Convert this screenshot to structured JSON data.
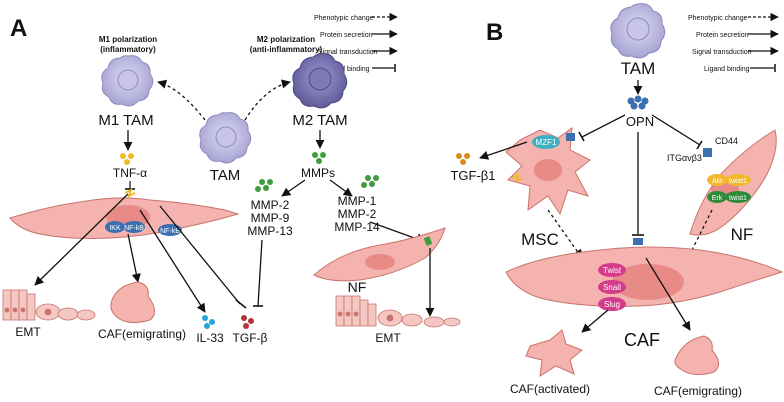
{
  "panel_a": {
    "letter": "A",
    "m1_heading_1": "M1 polarization",
    "m1_heading_2": "(inflammatory)",
    "m2_heading_1": "M2 polarization",
    "m2_heading_2": "(anti-inflammatory)",
    "m1_label": "M1 TAM",
    "m2_label": "M2 TAM",
    "tam_label": "TAM",
    "tnf": "TNF-α",
    "ikk": "IKK",
    "nfkb": "NF-kB",
    "nfkb2": "NF-kB",
    "mmps": "MMPs",
    "mmp_left_1": "MMP-2",
    "mmp_left_2": "MMP-9",
    "mmp_left_3": "MMP-13",
    "mmp_right_1": "MMP-1",
    "mmp_right_2": "MMP-2",
    "mmp_right_3": "MMP-14",
    "nf": "NF",
    "emt_left": "EMT",
    "caf_emigrating": "CAF(emigrating)",
    "il33": "IL-33",
    "tgfb": "TGF-β",
    "emt_right": "EMT"
  },
  "panel_b": {
    "letter": "B",
    "tam_label": "TAM",
    "opn": "OPN",
    "mzf1": "MZF1",
    "tgfb1": "TGF-β1",
    "cd44": "CD44",
    "itg": "ITGαvβ3",
    "akt": "Akt",
    "twist1a": "twist1",
    "erk": "Erk",
    "twist1b": "twist1",
    "msc": "MSC",
    "nf": "NF",
    "twist": "Twist",
    "snail": "Snail",
    "slug": "Slug",
    "caf": "CAF",
    "caf_activated": "CAF(activated)",
    "caf_emigrating": "CAF(emigrating)"
  },
  "legend_a": {
    "phenotypic": "Phenotypic change",
    "protein": "Protein secretion",
    "signal": "Signal transduction",
    "ligand": "Ligand binding"
  },
  "legend_b": {
    "phenotypic": "Phenotypic change",
    "protein": "Protein secretion",
    "signal": "Signal transduction",
    "ligand": "Ligand binding"
  },
  "colors": {
    "macrophage": "#b9b6de",
    "macrophage_dark": "#6e69a6",
    "fibroblast": "#f4b3ae",
    "fibroblast_edge": "#c9736c",
    "nucleus": "#e88a86",
    "nfkb": "#3b6fb0",
    "yellow": "#f1b82d",
    "green": "#3f9b3f",
    "pink_tf": "#d63a8a",
    "red_dot": "#b7343a",
    "blue_dot": "#29a3d8"
  }
}
